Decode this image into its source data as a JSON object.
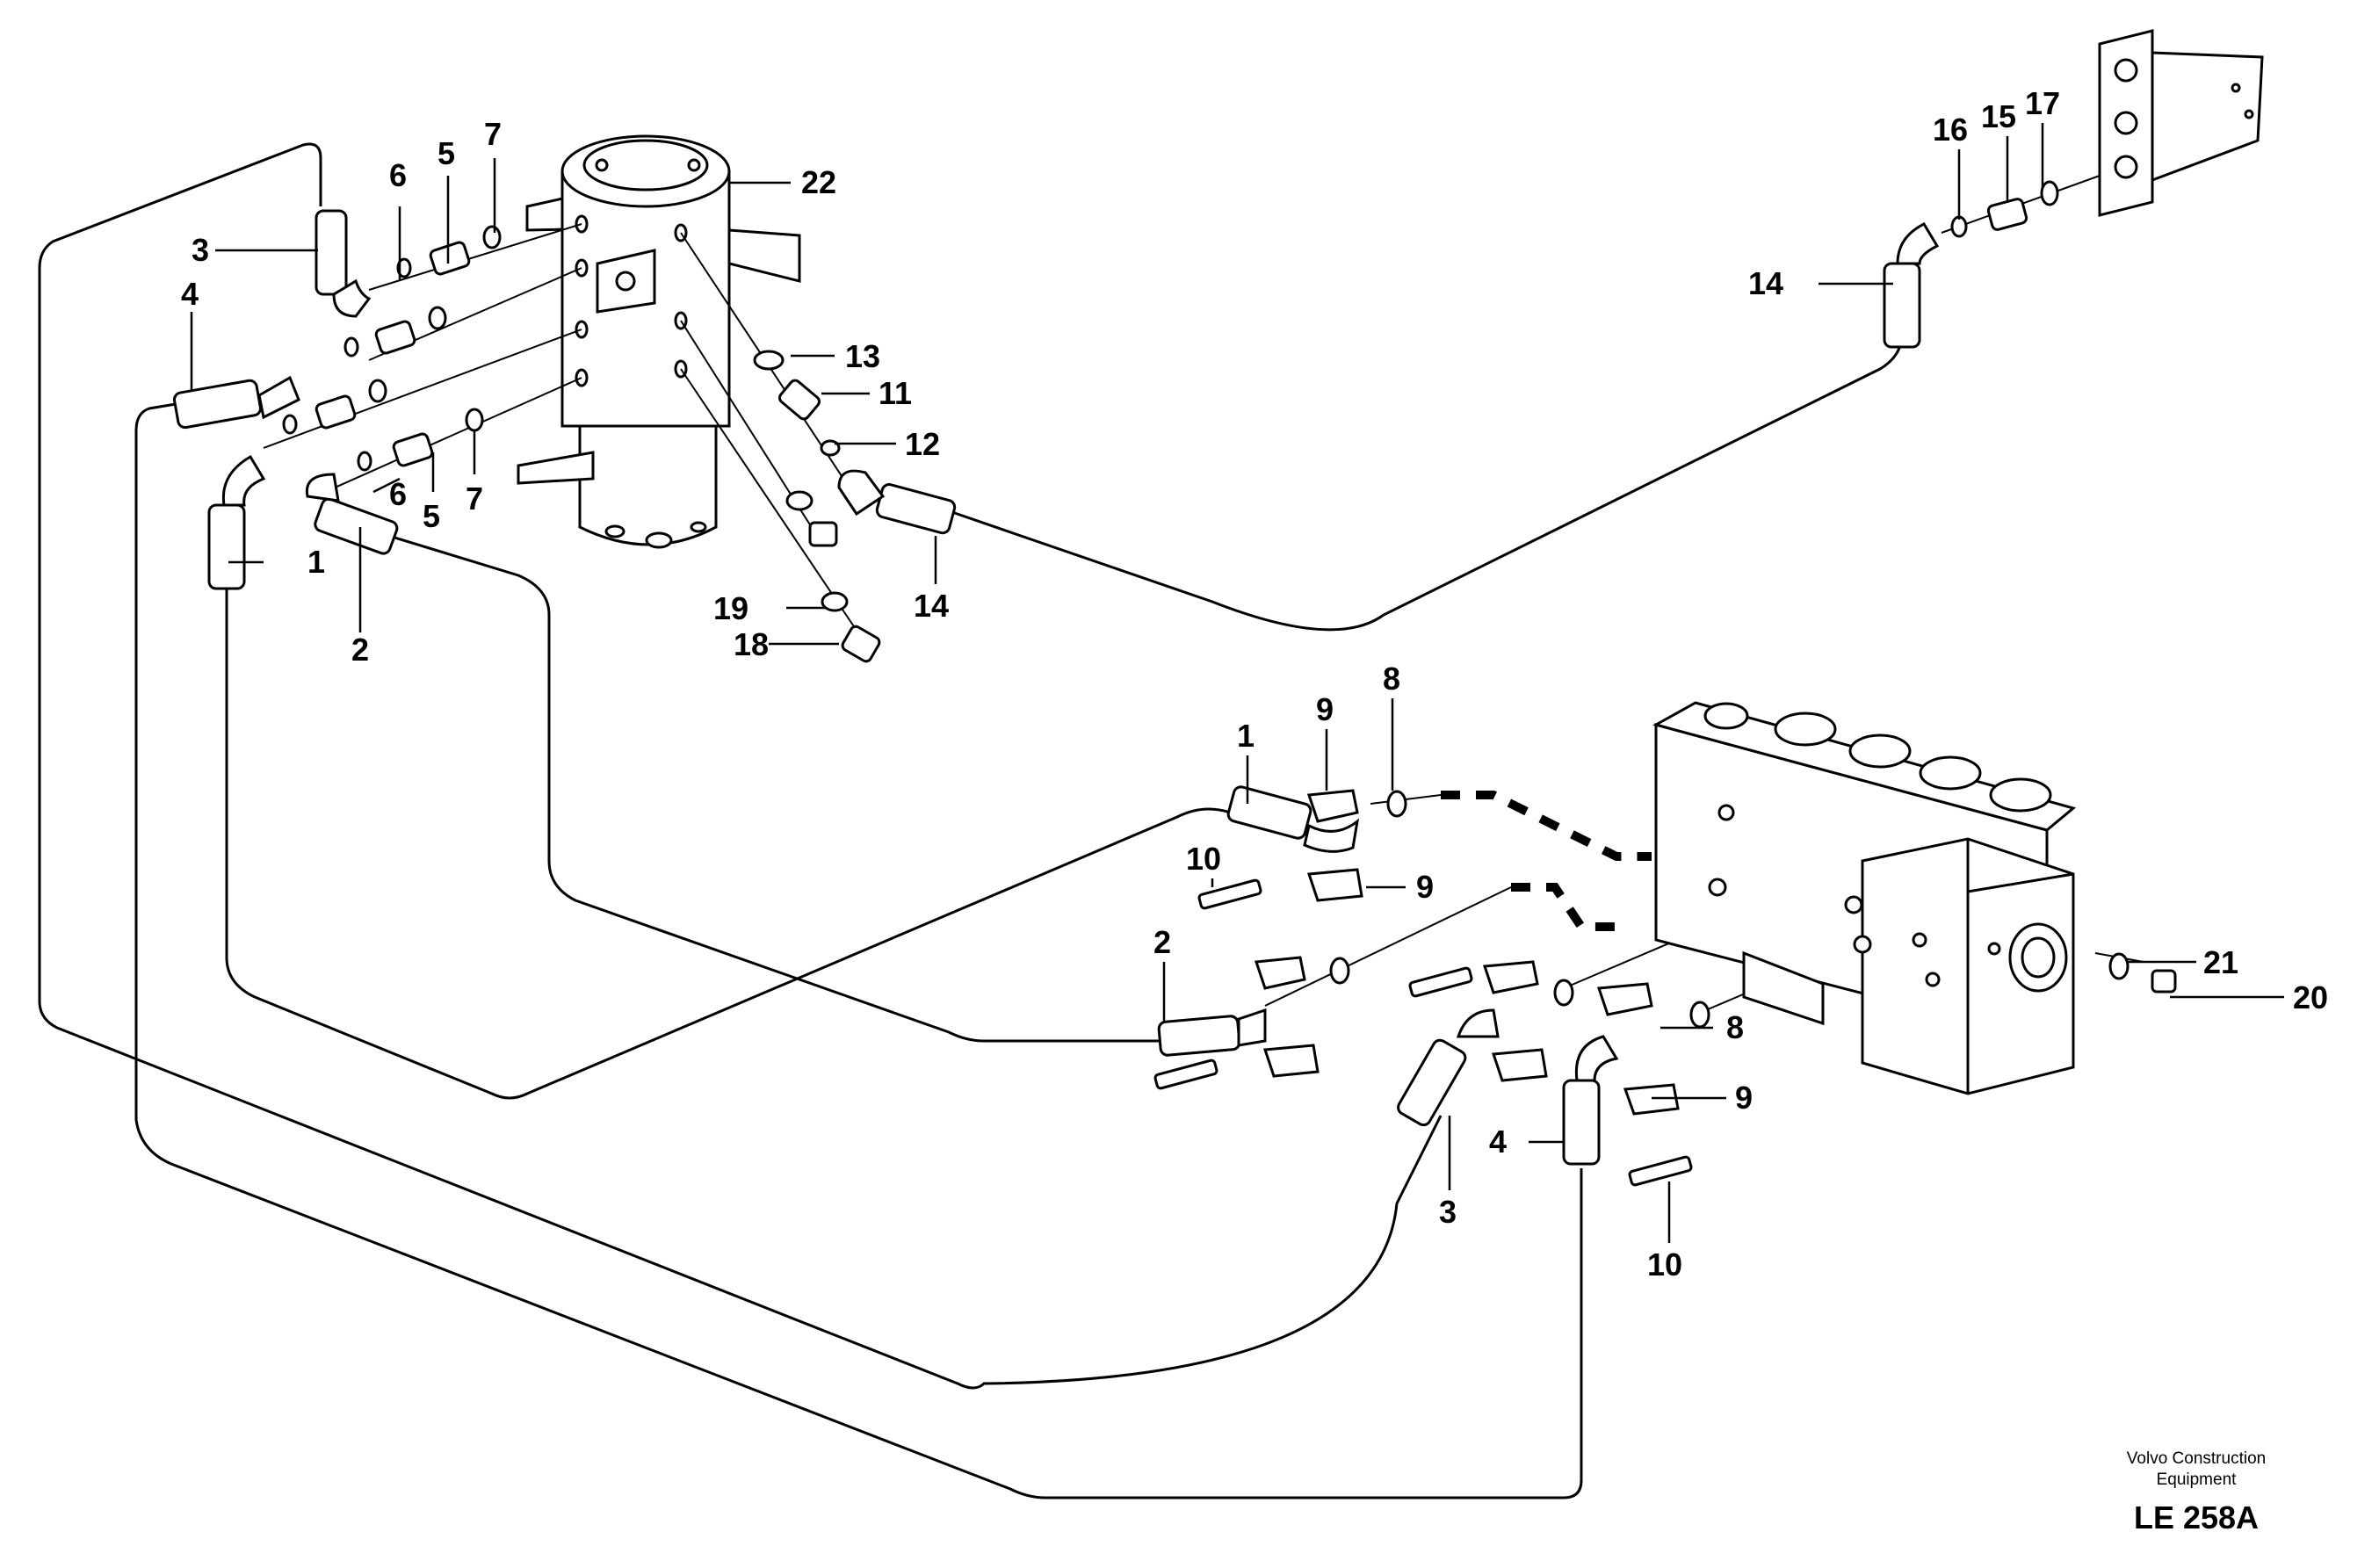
{
  "footer": {
    "credit_line1": "Volvo Construction",
    "credit_line2": "Equipment",
    "code": "LE 258A"
  },
  "callouts": {
    "upper": {
      "c1": "1",
      "c2": "2",
      "c3": "3",
      "c4": "4",
      "c5a": "5",
      "c5b": "5",
      "c6a": "6",
      "c6b": "6",
      "c7a": "7",
      "c7b": "7",
      "c11": "11",
      "c12": "12",
      "c13": "13",
      "c14a": "14",
      "c14b": "14",
      "c15": "15",
      "c16": "16",
      "c17": "17",
      "c18": "18",
      "c19": "19",
      "c22": "22"
    },
    "lower": {
      "c1": "1",
      "c2": "2",
      "c3": "3",
      "c4": "4",
      "c8a": "8",
      "c8b": "8",
      "c9a": "9",
      "c9b": "9",
      "c9c": "9",
      "c10a": "10",
      "c10b": "10",
      "c20": "20",
      "c21": "21"
    }
  }
}
